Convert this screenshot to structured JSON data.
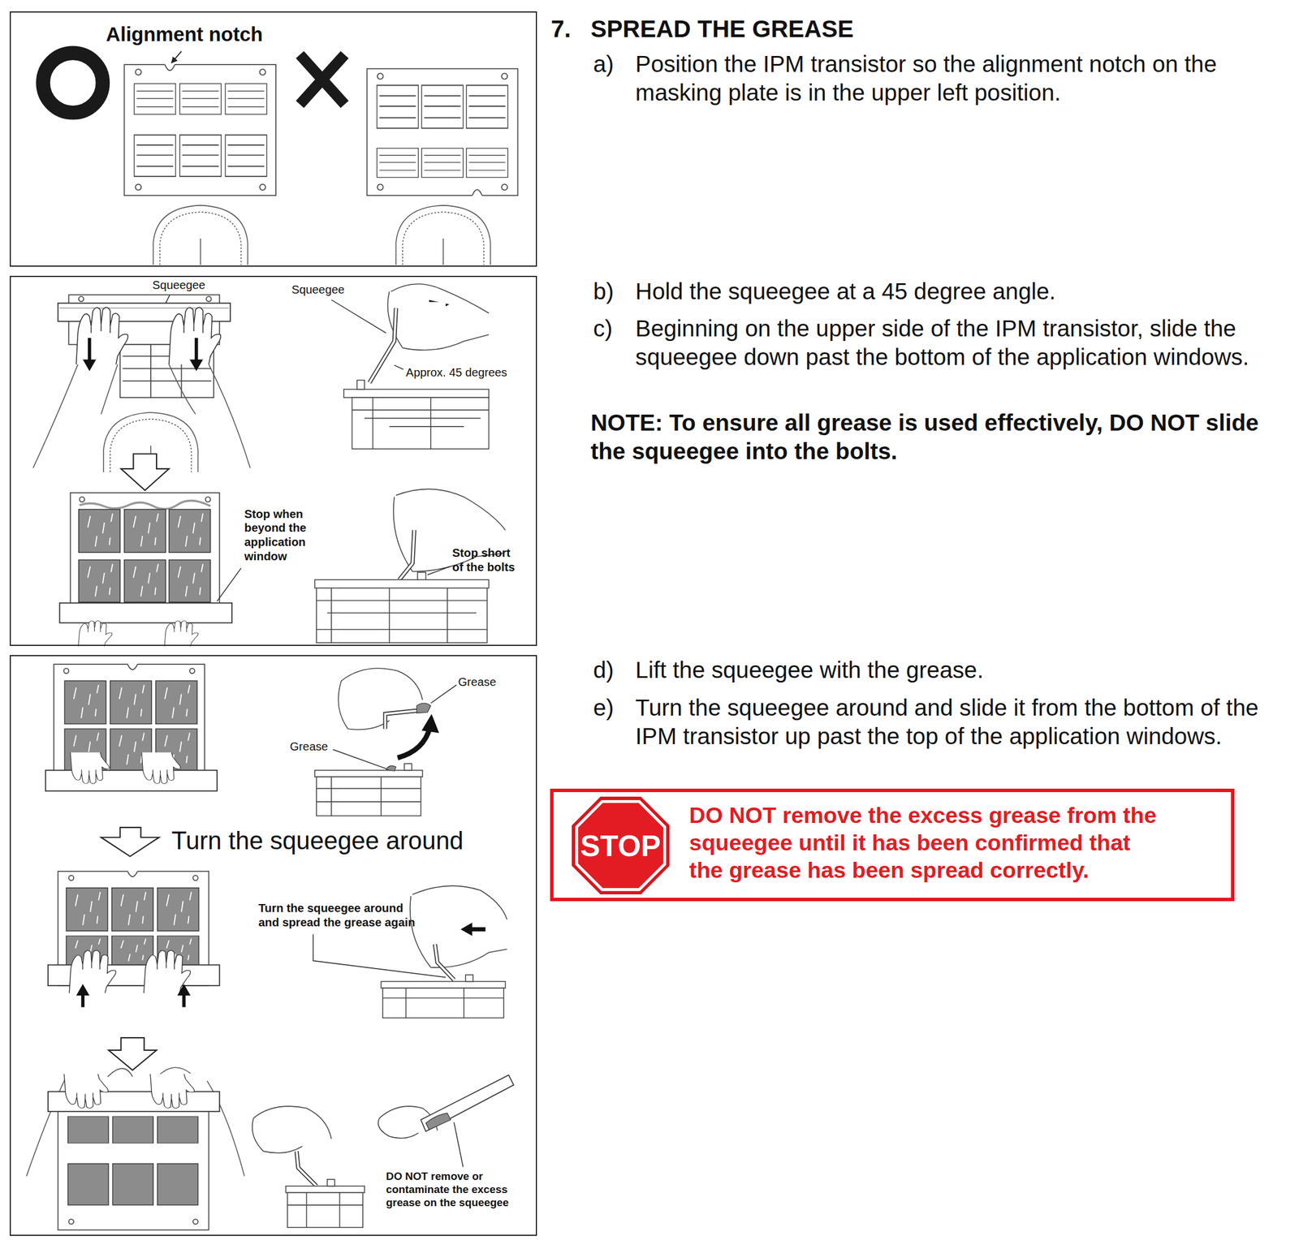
{
  "diagram": {
    "title": "SPREAD THE GREASE",
    "nodes": [
      {
        "text": [
          "Alignment notch"
        ]
      },
      {
        "text": [
          "Squeegee",
          "Squeegee",
          "Approx. 45 degrees",
          "Stop when beyond the application window",
          "Stop short of the bolts"
        ]
      },
      {
        "text": [
          "Grease",
          "Grease",
          "Turn the squeegee around",
          "Turn the squeegee around and spread the grease again",
          "DO NOT remove or contaminate the excess grease on the squeegee"
        ]
      },
      {
        "text": [
          "DO NOT remove the excess grease from the squeegee until it has been confirmed that the grease has been spread correctly."
        ]
      },
      {
        "text": [
          "STOP"
        ],
        "in": 3
      }
    ],
    "labels": [
      "7.",
      "a)",
      "Position the IPM transistor so the alignment notch on the masking plate is in the upper left position.",
      "b)",
      "Hold the squeegee at a 45 degree angle.",
      "c)",
      "Beginning on the upper side of the IPM transistor, slide the squeegee down past the bottom of the application windows.",
      "NOTE: To ensure all grease is used effectively, DO NOT slide the squeegee into the bolts.",
      "d)",
      "Lift the squeegee with the grease.",
      "e)",
      "Turn the squeegee around and slide it from the bottom of the IPM transistor up past the top of the application windows."
    ]
  }
}
